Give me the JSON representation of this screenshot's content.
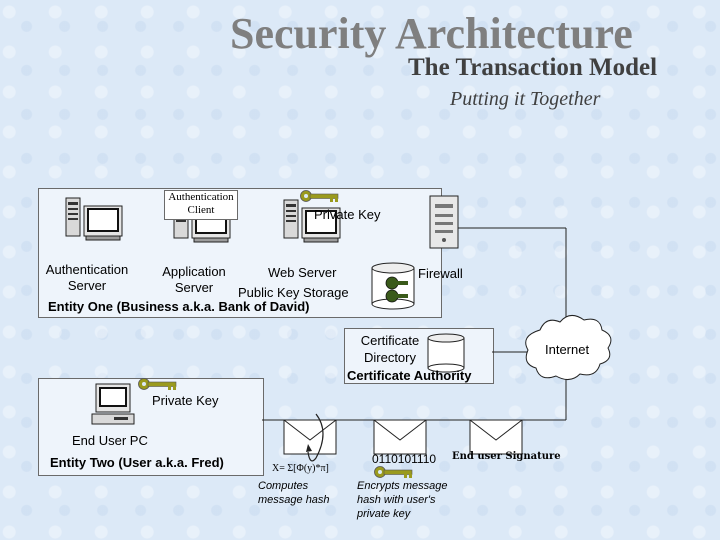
{
  "header": {
    "title": "Security Architecture",
    "subtitle": "The Transaction Model",
    "tagline": "Putting it Together"
  },
  "entity_one": {
    "auth_client_line1": "Authentication",
    "auth_client_line2": "Client",
    "private_key": "Private Key",
    "auth_server_line1": "Authentication",
    "auth_server_line2": "Server",
    "app_server_line1": "Application",
    "app_server_line2": "Server",
    "web_server": "Web Server",
    "public_key_storage": "Public Key Storage",
    "firewall": "Firewall",
    "caption": "Entity One (Business a.k.a. Bank of David)"
  },
  "ca": {
    "line1": "Certificate",
    "line2": "Directory",
    "caption": "Certificate Authority"
  },
  "internet": "Internet",
  "entity_two": {
    "private_key": "Private Key",
    "pc": "End User PC",
    "caption": "Entity Two (User a.k.a.  Fred)"
  },
  "flow": {
    "formula": "X= Σ[Φ(y)*π]",
    "hash_line1": "Computes",
    "hash_line2": "message hash",
    "binary": "0110101110",
    "signature": "End user Signature",
    "encrypt_line1": "Encrypts message",
    "encrypt_line2": "hash with user's",
    "encrypt_line3": "private key"
  },
  "colors": {
    "background": "#dce9f7",
    "box_fill": "#eef4fb",
    "key": "#9a9a1e",
    "title": "#7f7f7f"
  }
}
